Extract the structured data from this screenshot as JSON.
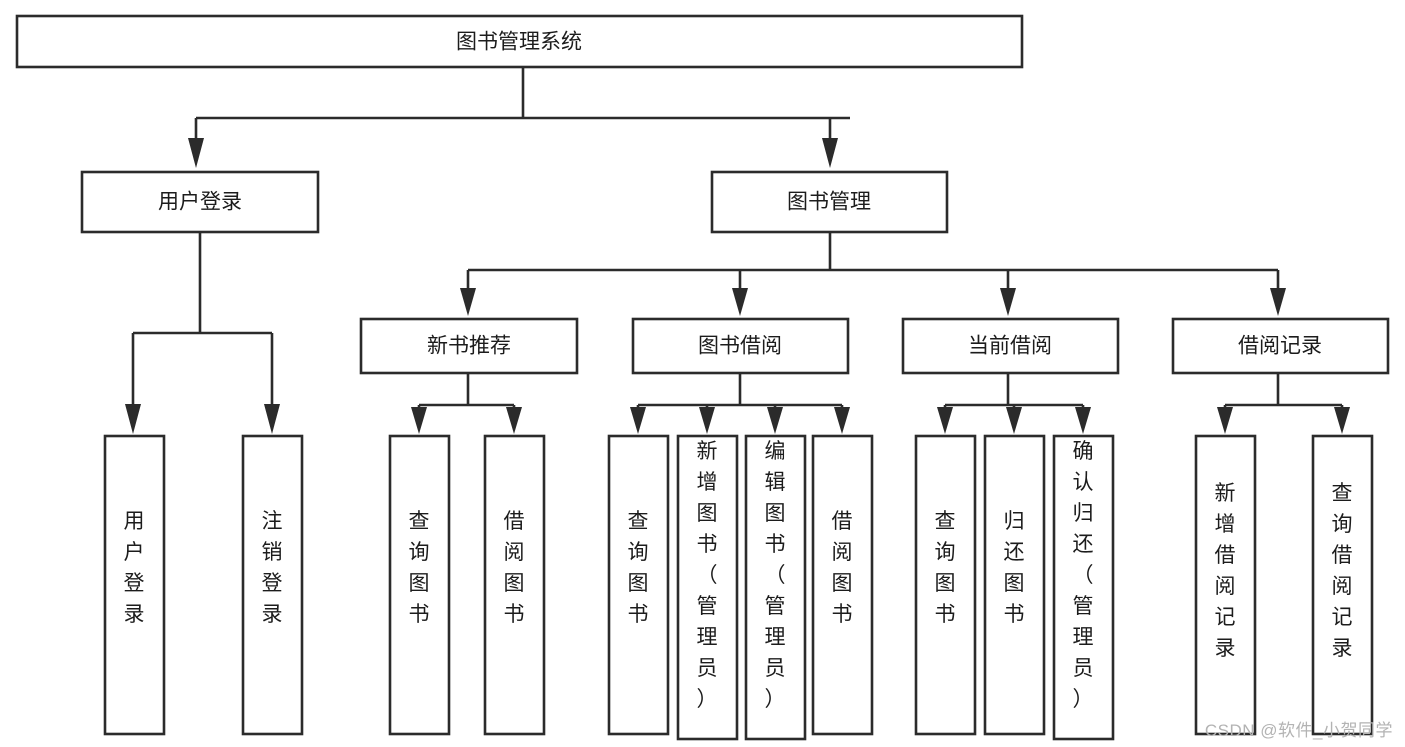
{
  "diagram": {
    "title": "图书管理系统",
    "type": "tree-hierarchy",
    "watermark": "CSDN @软件_小贺同学",
    "colors": {
      "stroke": "#2b2b2b",
      "fill": "#ffffff",
      "text": "#1c1c1c",
      "watermark": "#b3b3b3"
    },
    "root": {
      "id": "root",
      "label": "图书管理系统"
    },
    "level1": [
      {
        "id": "user-login",
        "label": "用户登录"
      },
      {
        "id": "book-manage",
        "label": "图书管理"
      }
    ],
    "level2": [
      {
        "id": "new-book-rec",
        "label": "新书推荐",
        "parent": "book-manage"
      },
      {
        "id": "book-borrow",
        "label": "图书借阅",
        "parent": "book-manage"
      },
      {
        "id": "current-borrow",
        "label": "当前借阅",
        "parent": "book-manage"
      },
      {
        "id": "borrow-record",
        "label": "借阅记录",
        "parent": "book-manage"
      }
    ],
    "leaves": {
      "user-login": [
        {
          "id": "leaf-user-login",
          "label": "用户登录"
        },
        {
          "id": "leaf-user-logout",
          "label": "注销登录"
        }
      ],
      "new-book-rec": [
        {
          "id": "leaf-query-book-1",
          "label": "查询图书"
        },
        {
          "id": "leaf-borrow-book-1",
          "label": "借阅图书"
        }
      ],
      "book-borrow": [
        {
          "id": "leaf-query-book-2",
          "label": "查询图书"
        },
        {
          "id": "leaf-add-book",
          "label": "新增图书（管理员）"
        },
        {
          "id": "leaf-edit-book",
          "label": "编辑图书（管理员）"
        },
        {
          "id": "leaf-borrow-book-2",
          "label": "借阅图书"
        }
      ],
      "current-borrow": [
        {
          "id": "leaf-query-book-3",
          "label": "查询图书"
        },
        {
          "id": "leaf-return-book",
          "label": "归还图书"
        },
        {
          "id": "leaf-confirm-return",
          "label": "确认归还（管理员）"
        }
      ],
      "borrow-record": [
        {
          "id": "leaf-add-record",
          "label": "新增借阅记录"
        },
        {
          "id": "leaf-query-record",
          "label": "查询借阅记录"
        }
      ]
    }
  }
}
